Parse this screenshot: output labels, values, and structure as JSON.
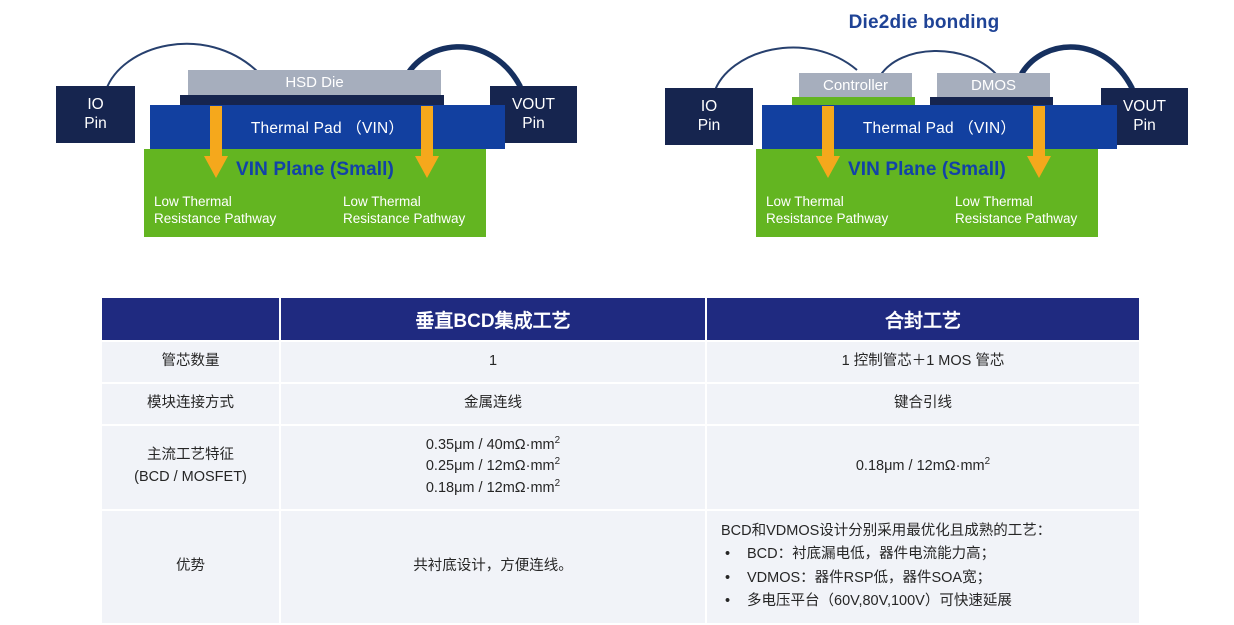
{
  "colors": {
    "navy_pin": "#16254f",
    "die_gray": "#a6aebd",
    "thermal_blue": "#1240a0",
    "plane_green": "#63b521",
    "arrow_orange": "#f5a81c",
    "title_blue": "#1f4396",
    "table_header": "#1f2a80",
    "table_cell": "#f1f3f8"
  },
  "diagram_left": {
    "io_pin": "IO\nPin",
    "io_pin_line1": "IO",
    "io_pin_line2": "Pin",
    "vout_pin_line1": "VOUT",
    "vout_pin_line2": "Pin",
    "die_label": "HSD Die",
    "thermal_pad": "Thermal Pad （VIN）",
    "vin_plane": "VIN Plane (Small)",
    "pathway_left": "Low Thermal\nResistance Pathway",
    "pathway_right": "Low Thermal\nResistance Pathway"
  },
  "diagram_right": {
    "title": "Die2die bonding",
    "io_pin_line1": "IO",
    "io_pin_line2": "Pin",
    "vout_pin_line1": "VOUT",
    "vout_pin_line2": "Pin",
    "die_controller": "Controller",
    "die_dmos": "DMOS",
    "thermal_pad": "Thermal Pad （VIN）",
    "vin_plane": "VIN Plane (Small)",
    "pathway_left": "Low Thermal\nResistance Pathway",
    "pathway_right": "Low Thermal\nResistance Pathway"
  },
  "table": {
    "headers": [
      "",
      "垂直BCD集成工艺",
      "合封工艺"
    ],
    "rows": [
      {
        "label": "管芯数量",
        "col2": "1",
        "col3": "1 控制管芯＋1 MOS 管芯"
      },
      {
        "label": "模块连接方式",
        "col2": "金属连线",
        "col3": "键合引线"
      },
      {
        "label": "主流工艺特征\n(BCD / MOSFET)",
        "col2_lines": [
          {
            "pre": "0.35μm / 40mΩ·mm",
            "sup": "2"
          },
          {
            "pre": "0.25μm / 12mΩ·mm",
            "sup": "2"
          },
          {
            "pre": "0.18μm / 12mΩ·mm",
            "sup": "2"
          }
        ],
        "col3_line": {
          "pre": "0.18μm / 12mΩ·mm",
          "sup": "2"
        }
      },
      {
        "label": "优势",
        "col2": "共衬底设计，方便连线。",
        "col3_lead": "BCD和VDMOS设计分别采用最优化且成熟的工艺：",
        "col3_bullets": [
          "BCD：衬底漏电低，器件电流能力高；",
          "VDMOS：器件RSP低，器件SOA宽；",
          "多电压平台（60V,80V,100V）可快速延展"
        ]
      }
    ]
  }
}
